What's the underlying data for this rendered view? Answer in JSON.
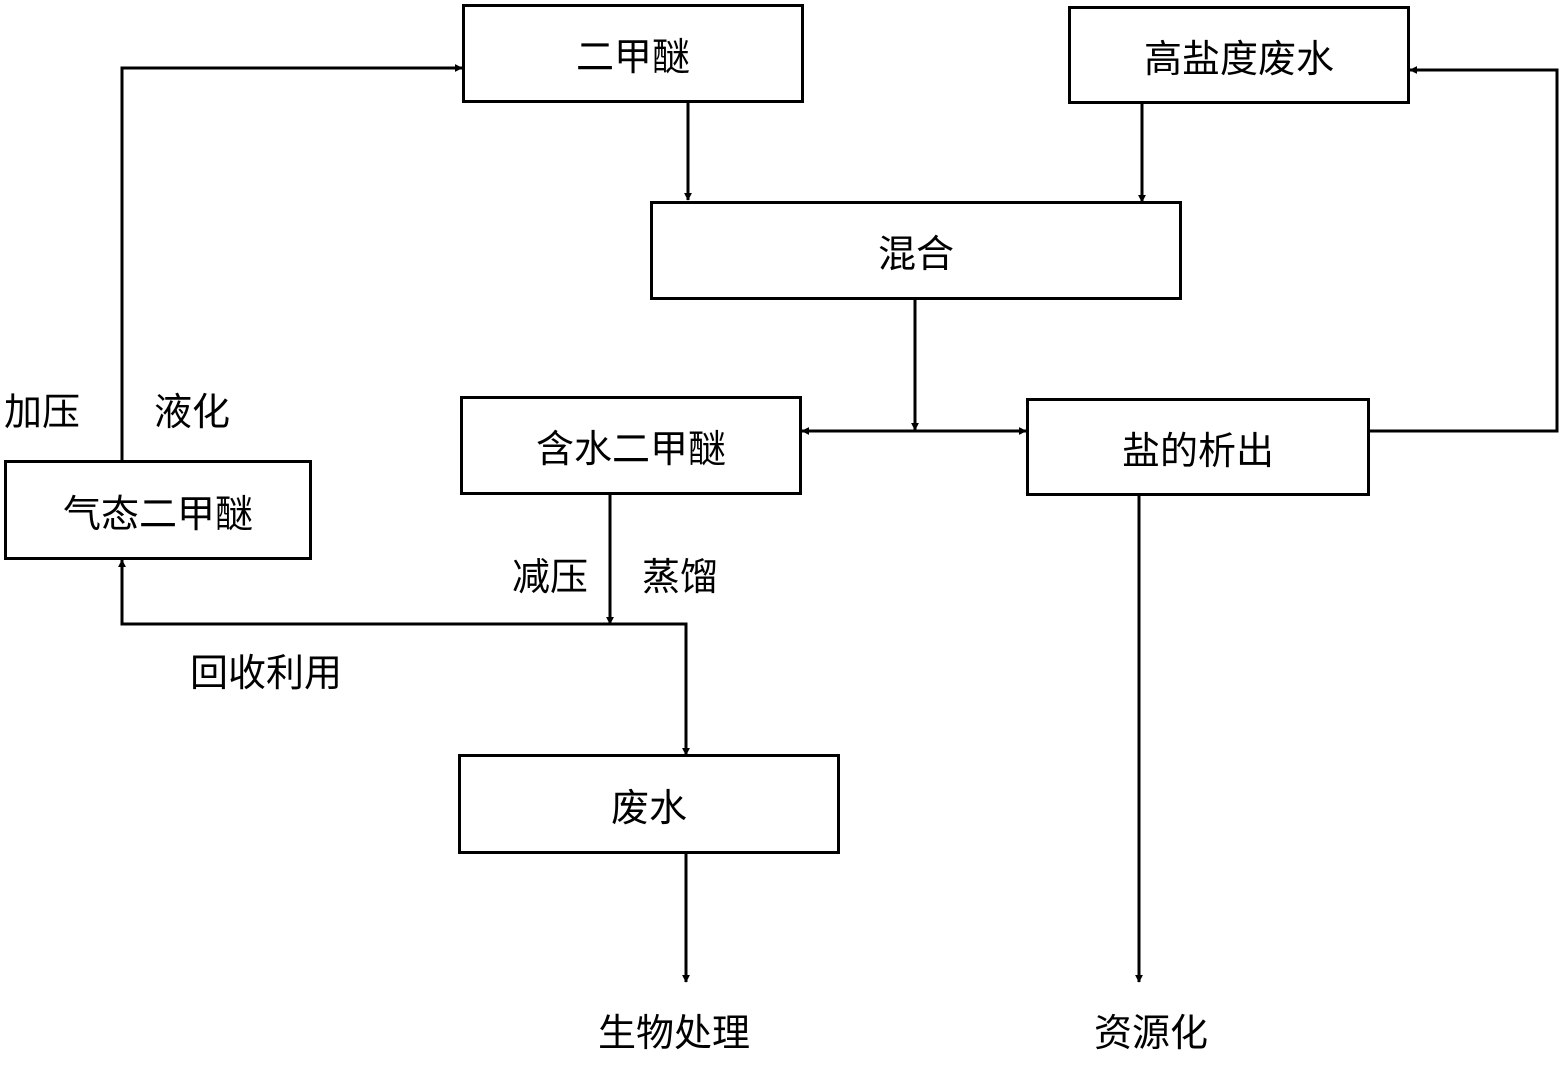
{
  "nodes": {
    "dme": "二甲醚",
    "high_salt_water": "高盐度废水",
    "mixing": "混合",
    "wet_dme": "含水二甲醚",
    "salt_out": "盐的析出",
    "gas_dme": "气态二甲醚",
    "waste_water": "废水"
  },
  "labels": {
    "pressurize": "加压",
    "liquefy": "液化",
    "reduce_pressure": "减压",
    "distill": "蒸馏",
    "recycle": "回收利用",
    "bio_treatment": "生物处理",
    "resource": "资源化"
  }
}
